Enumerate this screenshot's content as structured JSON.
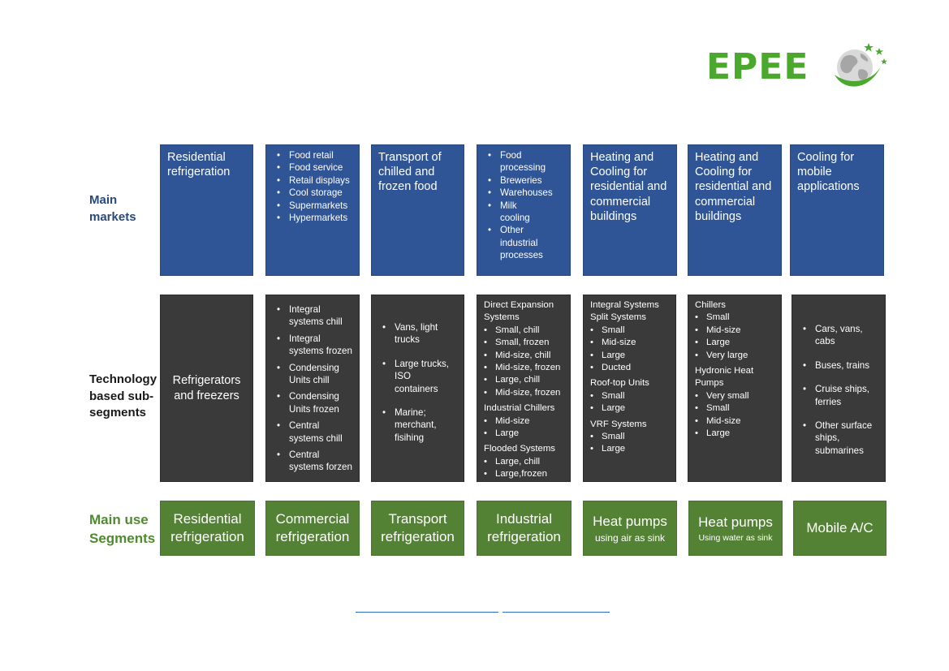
{
  "logo": {
    "text": "EPEE"
  },
  "row_labels": {
    "markets": "Main markets",
    "tech": "Technology based sub-segments",
    "use": "Main use Segments"
  },
  "markets": {
    "col1": "Residential refrigeration",
    "col2": [
      "Food retail",
      "Food service",
      "Retail displays",
      "Cool storage",
      "Supermarkets",
      "Hypermarkets"
    ],
    "col3": "Transport of chilled and frozen food",
    "col4": [
      "Food processing",
      "Breweries",
      "Warehouses",
      "Milk cooling",
      "Other industrial processes"
    ],
    "col5": "Heating and Cooling for residential and commercial buildings",
    "col6": "Heating and Cooling for residential and commercial buildings",
    "col7": "Cooling for mobile applications"
  },
  "tech": {
    "col1": "Refrigerators and freezers",
    "col2": [
      "Integral systems chill",
      "Integral systems frozen",
      "Condensing Units chill",
      "Condensing Units frozen",
      "Central systems chill",
      "Central systems forzen"
    ],
    "col3": [
      "Vans, light trucks",
      "Large trucks, ISO containers",
      "Marine; merchant, fisihing"
    ],
    "col4": [
      {
        "heading": "Direct Expansion Systems",
        "items": [
          "Small, chill",
          "Small, frozen",
          "Mid-size, chill",
          "Mid-size, frozen",
          "Large, chill",
          "Mid-size, frozen"
        ]
      },
      {
        "heading": "Industrial Chillers",
        "items": [
          "Mid-size",
          "Large"
        ]
      },
      {
        "heading": "Flooded Systems",
        "items": [
          "Large, chill",
          "Large,frozen"
        ]
      }
    ],
    "col5": [
      {
        "heading": "Integral Systems"
      },
      {
        "heading": "Split Systems",
        "items": [
          "Small",
          "Mid-size",
          "Large",
          "Ducted"
        ]
      },
      {
        "heading": "Roof-top Units",
        "items": [
          "Small",
          "Large"
        ]
      },
      {
        "heading": "VRF Systems",
        "items": [
          "Small",
          "Large"
        ]
      }
    ],
    "col6": [
      {
        "heading": "Chillers",
        "items": [
          "Small",
          "Mid-size",
          "Large",
          "Very large"
        ]
      },
      {
        "heading": "Hydronic Heat Pumps",
        "items": [
          "Very small",
          "Small",
          "Mid-size",
          "Large"
        ]
      }
    ],
    "col7": [
      "Cars, vans, cabs",
      "Buses, trains",
      "Cruise ships, ferries",
      "Other surface ships, submarines"
    ]
  },
  "segments": {
    "col1": "Residential refrigeration",
    "col2": "Commercial refrigeration",
    "col3": "Transport refrigeration",
    "col4": "Industrial refrigeration",
    "col5": {
      "main": "Heat pumps",
      "sub": "using air as sink"
    },
    "col6": {
      "main": "Heat pumps",
      "sub": "Using water as sink"
    },
    "col7": "Mobile A/C"
  },
  "colors": {
    "markets": "#2f5597",
    "tech": "#3a3a3a",
    "segments": "#548235",
    "logo_green": "#4aa82c"
  }
}
